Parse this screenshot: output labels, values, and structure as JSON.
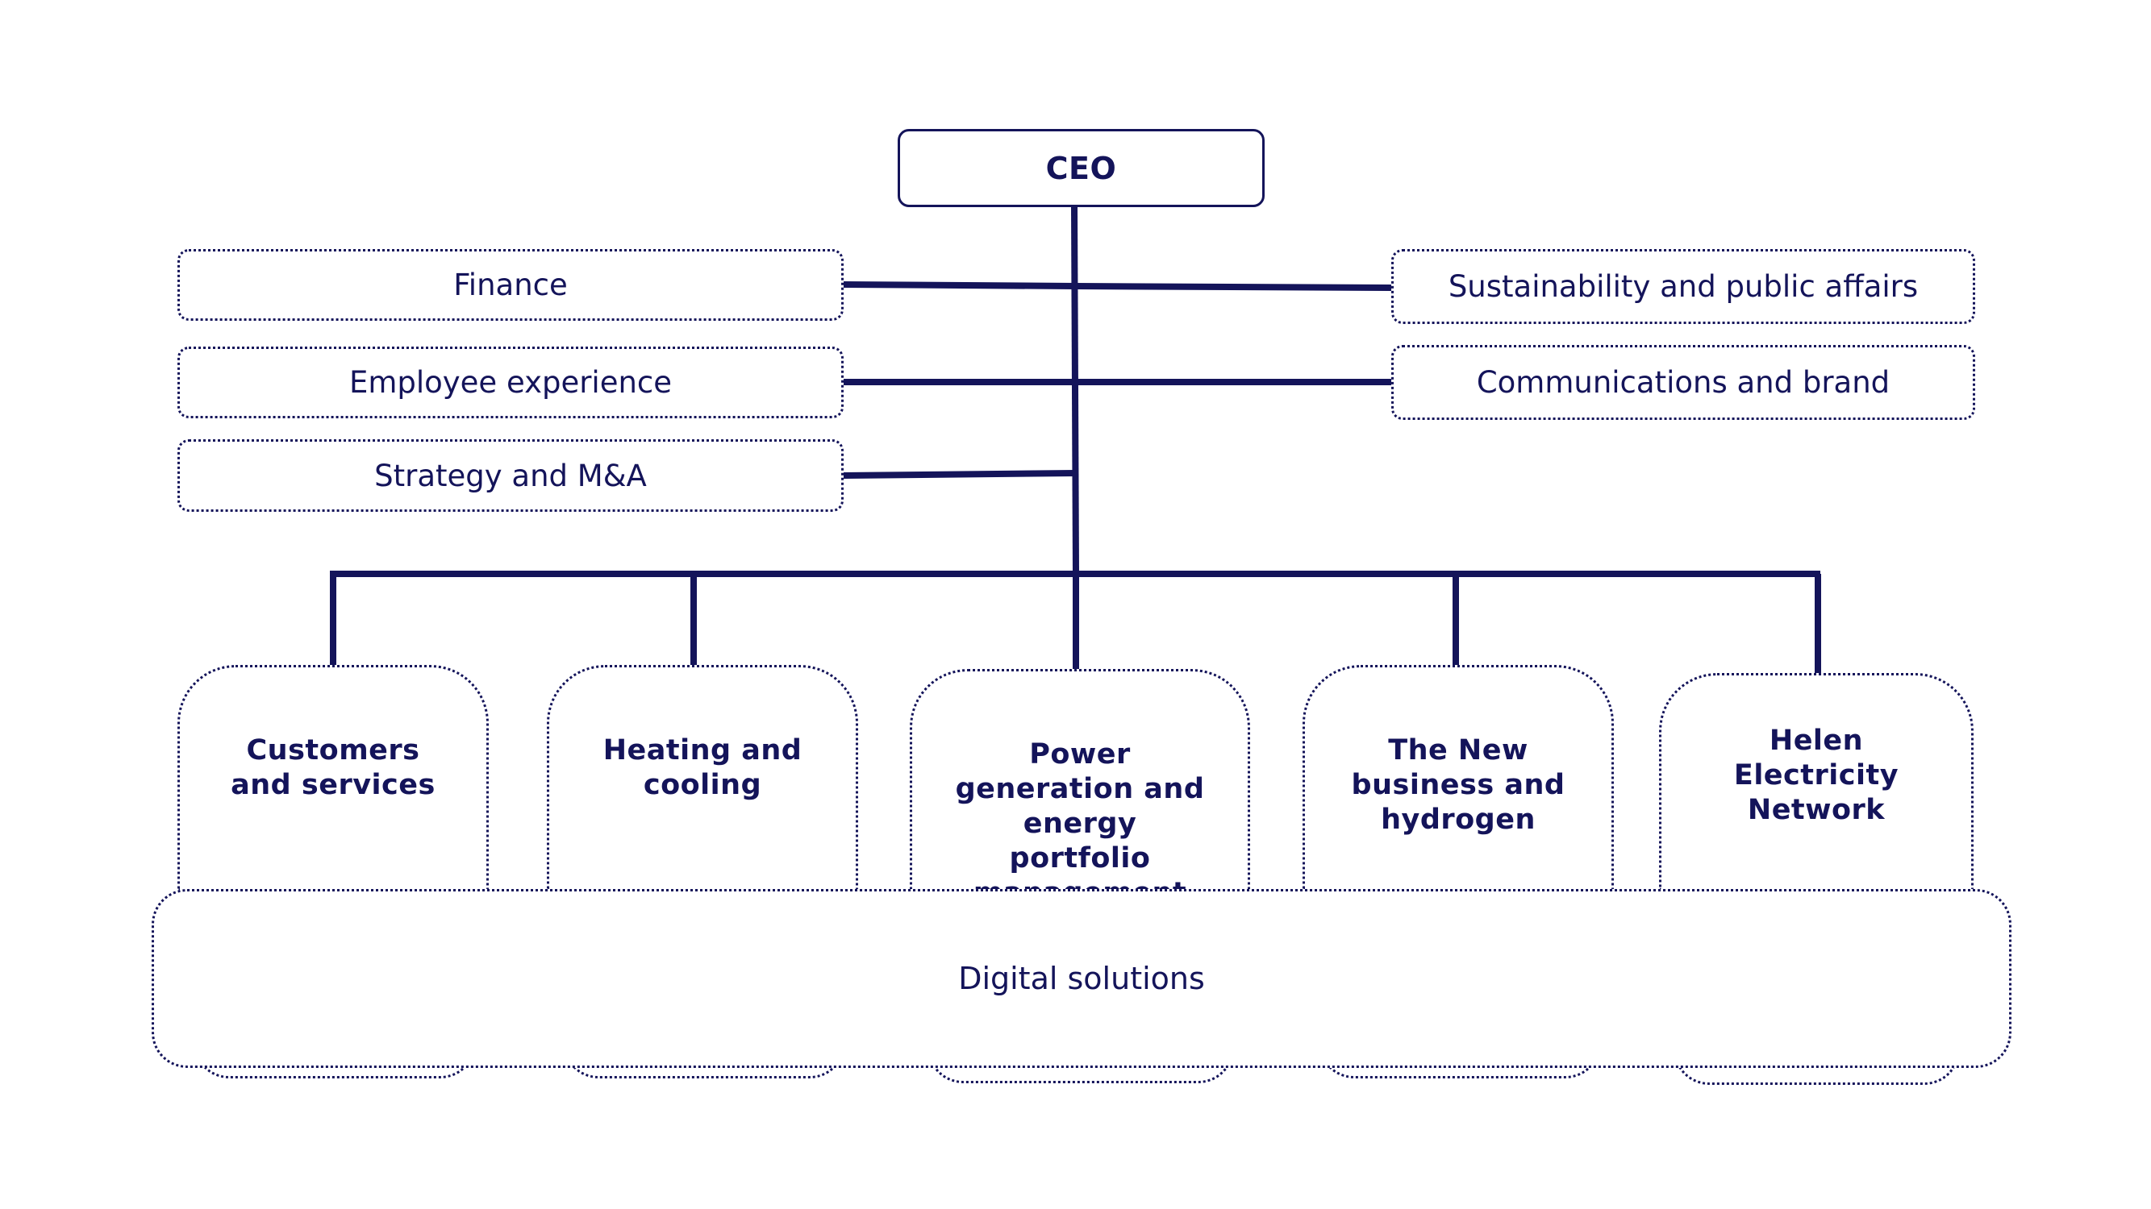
{
  "ceo": "CEO",
  "staff_functions": {
    "finance": "Finance",
    "employee_experience": "Employee experience",
    "strategy": "Strategy and M&A",
    "sustainability": "Sustainability and public affairs",
    "communications": "Communications and brand"
  },
  "business_units": [
    "Customers and services",
    "Heating and cooling",
    "Power generation and energy portfolio management",
    "The New business and hydrogen",
    "Helen Electricity Network"
  ],
  "shared_function": "Digital solutions",
  "colors": {
    "line": "#14145a",
    "text": "#14145a",
    "background": "#ffffff"
  }
}
